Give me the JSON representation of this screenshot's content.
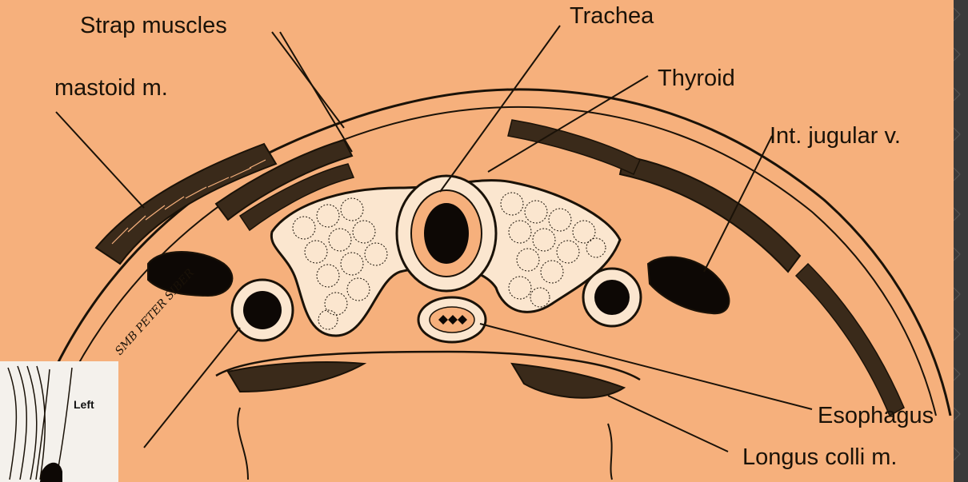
{
  "labels": {
    "strap_muscles": "Strap muscles",
    "mastoid": "mastoid m.",
    "trachea": "Trachea",
    "thyroid": "Thyroid",
    "int_jugular": "Int. jugular v.",
    "esophagus": "Esophagus",
    "longus_colli": "Longus colli m."
  },
  "inset": {
    "label": "Left"
  },
  "signature": "SMB PETER SIBER",
  "colors": {
    "paper": "#f6b07c",
    "ink": "#1a1208",
    "dark_frame": "#3a3a3a",
    "inset_bg": "#f4f1ec"
  }
}
